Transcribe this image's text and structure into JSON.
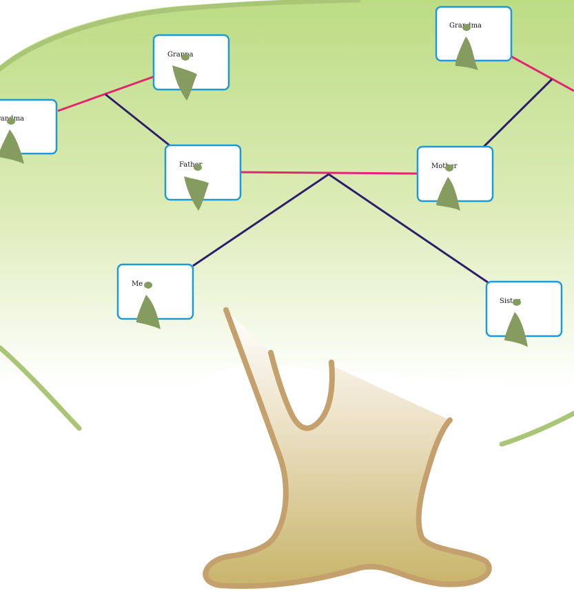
{
  "title": "",
  "colors": {
    "box_border": "#1a9ad6",
    "spouse_line": "#e0266e",
    "parent_line": "#2b1f6b",
    "avatar": "#869b5f",
    "canopy_top": "#bcdc84",
    "canopy_outline": "#a9c676",
    "trunk": "#c4a06c",
    "trunk_fill": "#c8b46a"
  },
  "people": {
    "grandma_right": {
      "label": "Grandma",
      "icon": "person-silhouette-icon"
    },
    "granpa": {
      "label": "Granpa",
      "icon": "person-silhouette-icon"
    },
    "grandma_left": {
      "label": "Grandma",
      "icon": "person-silhouette-icon"
    },
    "father": {
      "label": "Father",
      "icon": "person-silhouette-icon"
    },
    "mother": {
      "label": "Mother",
      "icon": "person-silhouette-icon"
    },
    "me": {
      "label": "Me",
      "icon": "person-silhouette-icon"
    },
    "sister": {
      "label": "Sister",
      "icon": "person-silhouette-icon"
    }
  }
}
